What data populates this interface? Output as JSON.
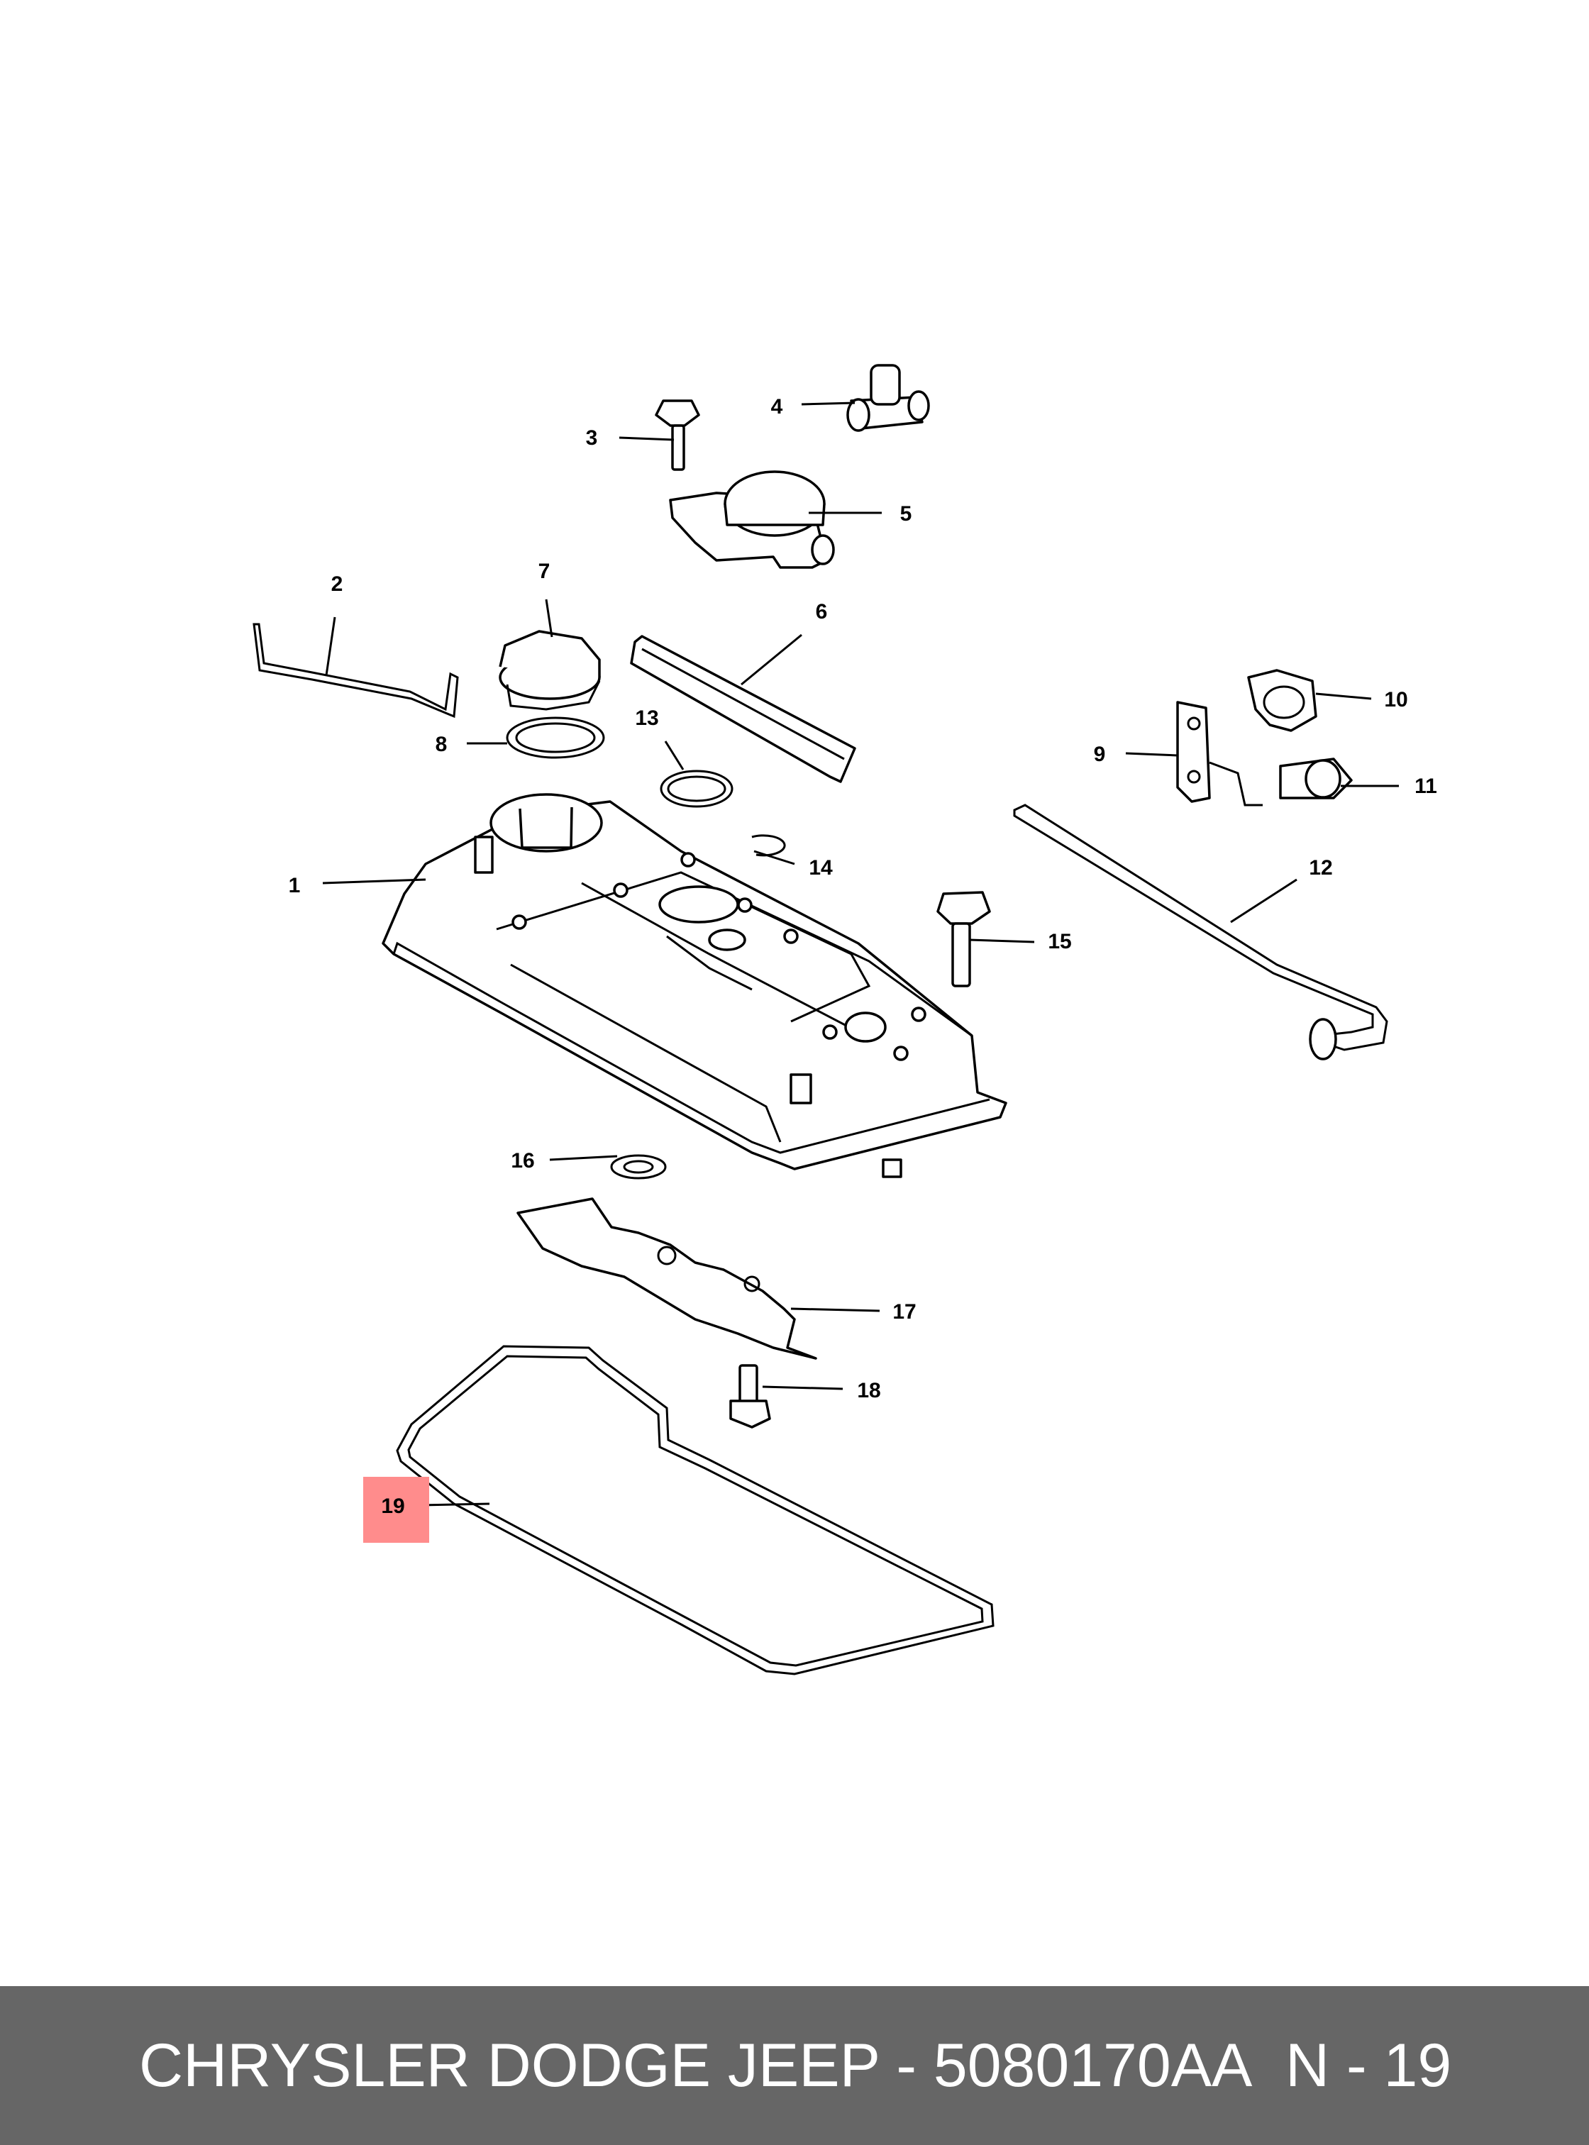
{
  "diagram": {
    "labels": [
      {
        "id": "1",
        "text": "1"
      },
      {
        "id": "2",
        "text": "2"
      },
      {
        "id": "3",
        "text": "3"
      },
      {
        "id": "4",
        "text": "4"
      },
      {
        "id": "5",
        "text": "5"
      },
      {
        "id": "6",
        "text": "6"
      },
      {
        "id": "7",
        "text": "7"
      },
      {
        "id": "8",
        "text": "8"
      },
      {
        "id": "9",
        "text": "9"
      },
      {
        "id": "10",
        "text": "10"
      },
      {
        "id": "11",
        "text": "11"
      },
      {
        "id": "12",
        "text": "12"
      },
      {
        "id": "13",
        "text": "13"
      },
      {
        "id": "14",
        "text": "14"
      },
      {
        "id": "15",
        "text": "15"
      },
      {
        "id": "16",
        "text": "16"
      },
      {
        "id": "17",
        "text": "17"
      },
      {
        "id": "18",
        "text": "18"
      },
      {
        "id": "19",
        "text": "19",
        "highlighted": true
      }
    ],
    "highlight_color": "#ff8c8c"
  },
  "footer": {
    "part_text": "CHRYSLER DODGE JEEP - 5080170AA",
    "ref_text": "N - 19",
    "background": "#666666"
  }
}
